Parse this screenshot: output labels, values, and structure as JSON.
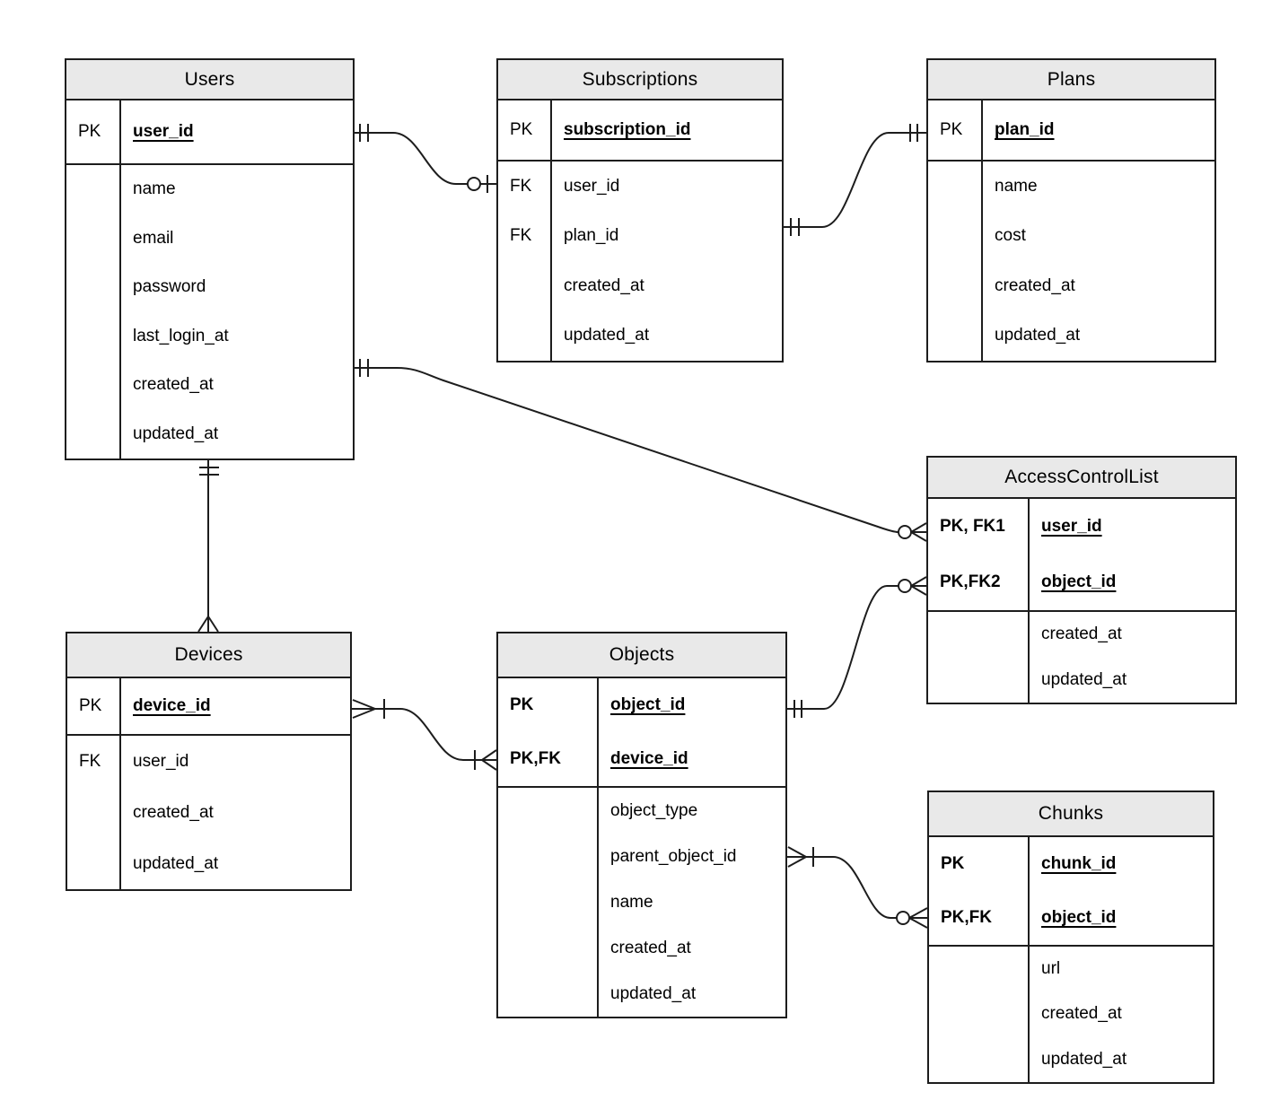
{
  "colors": {
    "header_fill": "#e9e9e9",
    "border": "#1d1d1d",
    "background": "#ffffff",
    "text": "#000000"
  },
  "tables": {
    "users": {
      "title": "Users",
      "groups": [
        {
          "rows": [
            {
              "key": "PK",
              "name": "user_id"
            }
          ]
        },
        {
          "rows": [
            {
              "key": "",
              "name": "name"
            },
            {
              "key": "",
              "name": "email"
            },
            {
              "key": "",
              "name": "password"
            },
            {
              "key": "",
              "name": "last_login_at"
            },
            {
              "key": "",
              "name": "created_at"
            },
            {
              "key": "",
              "name": "updated_at"
            }
          ]
        }
      ]
    },
    "subscriptions": {
      "title": "Subscriptions",
      "groups": [
        {
          "rows": [
            {
              "key": "PK",
              "name": "subscription_id"
            }
          ]
        },
        {
          "rows": [
            {
              "key": "FK",
              "name": "user_id"
            },
            {
              "key": "FK",
              "name": "plan_id"
            },
            {
              "key": "",
              "name": "created_at"
            },
            {
              "key": "",
              "name": "updated_at"
            }
          ]
        }
      ]
    },
    "plans": {
      "title": "Plans",
      "groups": [
        {
          "rows": [
            {
              "key": "PK",
              "name": "plan_id"
            }
          ]
        },
        {
          "rows": [
            {
              "key": "",
              "name": "name"
            },
            {
              "key": "",
              "name": "cost"
            },
            {
              "key": "",
              "name": "created_at"
            },
            {
              "key": "",
              "name": "updated_at"
            }
          ]
        }
      ]
    },
    "access_control_list": {
      "title": "AccessControlList",
      "groups": [
        {
          "rows": [
            {
              "key": "PK, FK1",
              "name": "user_id"
            },
            {
              "key": "PK,FK2",
              "name": "object_id"
            }
          ]
        },
        {
          "rows": [
            {
              "key": "",
              "name": "created_at"
            },
            {
              "key": "",
              "name": "updated_at"
            }
          ]
        }
      ]
    },
    "devices": {
      "title": "Devices",
      "groups": [
        {
          "rows": [
            {
              "key": "PK",
              "name": "device_id"
            }
          ]
        },
        {
          "rows": [
            {
              "key": "FK",
              "name": "user_id"
            },
            {
              "key": "",
              "name": "created_at"
            },
            {
              "key": "",
              "name": "updated_at"
            }
          ]
        }
      ]
    },
    "objects": {
      "title": "Objects",
      "groups": [
        {
          "rows": [
            {
              "key": "PK",
              "name": "object_id"
            },
            {
              "key": "PK,FK",
              "name": "device_id"
            }
          ]
        },
        {
          "rows": [
            {
              "key": "",
              "name": "object_type"
            },
            {
              "key": "",
              "name": "parent_object_id"
            },
            {
              "key": "",
              "name": "name"
            },
            {
              "key": "",
              "name": "created_at"
            },
            {
              "key": "",
              "name": "updated_at"
            }
          ]
        }
      ]
    },
    "chunks": {
      "title": "Chunks",
      "groups": [
        {
          "rows": [
            {
              "key": "PK",
              "name": "chunk_id"
            },
            {
              "key": "PK,FK",
              "name": "object_id"
            }
          ]
        },
        {
          "rows": [
            {
              "key": "",
              "name": "url"
            },
            {
              "key": "",
              "name": "created_at"
            },
            {
              "key": "",
              "name": "updated_at"
            }
          ]
        }
      ]
    }
  },
  "relationships": [
    {
      "id": "users-subscriptions",
      "from": "Users.user_id",
      "from_cardinality": "exactly-one",
      "to": "Subscriptions.user_id",
      "to_cardinality": "zero-or-one"
    },
    {
      "id": "subscriptions-plans",
      "from": "Subscriptions.plan_id",
      "from_cardinality": "exactly-one",
      "to": "Plans.plan_id",
      "to_cardinality": "exactly-one"
    },
    {
      "id": "users-access-control-list",
      "from": "Users",
      "from_cardinality": "exactly-one",
      "to": "AccessControlList.user_id",
      "to_cardinality": "zero-or-many"
    },
    {
      "id": "users-devices",
      "from": "Users",
      "from_cardinality": "exactly-one",
      "to": "Devices",
      "to_cardinality": "many"
    },
    {
      "id": "devices-objects",
      "from": "Devices.device_id",
      "from_cardinality": "one-or-many",
      "to": "Objects.device_id",
      "to_cardinality": "one-or-many"
    },
    {
      "id": "objects-access-control-list",
      "from": "Objects.object_id",
      "from_cardinality": "exactly-one",
      "to": "AccessControlList.object_id",
      "to_cardinality": "zero-or-many"
    },
    {
      "id": "objects-chunks",
      "from": "Objects.parent_object_id",
      "from_cardinality": "one-or-many",
      "to": "Chunks.object_id",
      "to_cardinality": "zero-or-many"
    }
  ]
}
